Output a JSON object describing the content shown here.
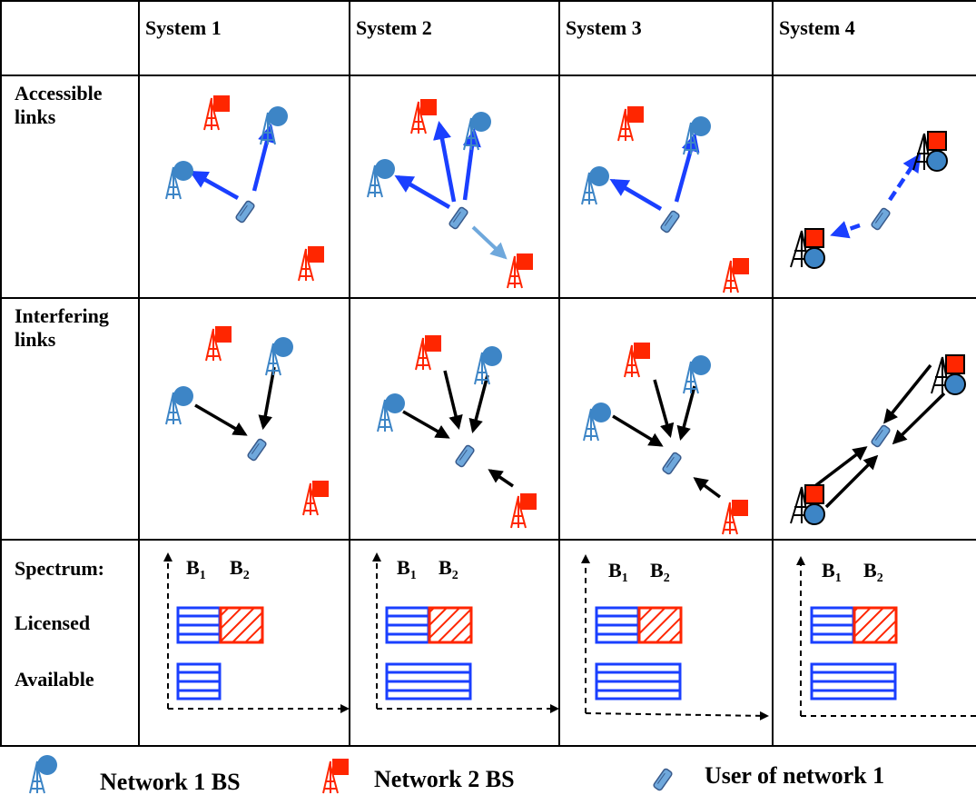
{
  "table": {
    "corner": "",
    "columns": [
      "System 1",
      "System 2",
      "System 3",
      "System 4"
    ],
    "rows": [
      {
        "label_lines": [
          "Accessible",
          "links"
        ]
      },
      {
        "label_lines": [
          "Interfering",
          "links"
        ]
      },
      {
        "label_lines": [
          "Spectrum:",
          "Licensed",
          "Available"
        ]
      }
    ]
  },
  "spectrum": {
    "band_1": {
      "letter": "B",
      "sub": "1"
    },
    "band_2": {
      "letter": "B",
      "sub": "2"
    }
  },
  "legend": {
    "network1": "Network 1 BS",
    "network2": "Network 2 BS",
    "user": "User of network 1"
  },
  "colors": {
    "network1": "#3d85c6",
    "network2": "#ff2600",
    "link_access": "#1a3fff",
    "link_access_light": "#6fa8dc",
    "link_interf": "#000000",
    "user": "#6fa8dc"
  },
  "icons": {
    "network1_bs": "tower-circle-icon",
    "network2_bs": "tower-square-icon",
    "user": "mobile-phone-icon"
  }
}
